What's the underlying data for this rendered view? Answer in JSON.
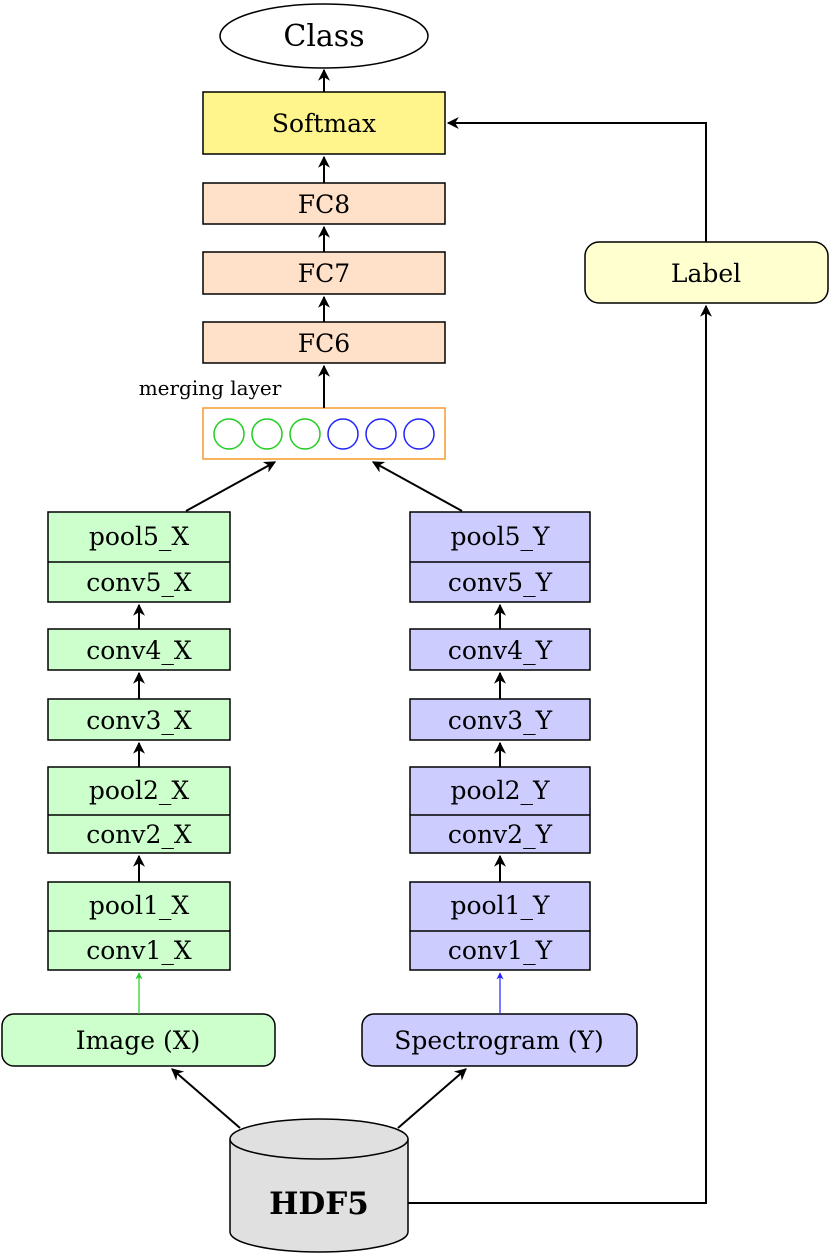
{
  "colors": {
    "green_fill": "#ccffcc",
    "blue_fill": "#ccccff",
    "orange_fill": "#ffe0c8",
    "yellow_fill": "#fff58c",
    "label_fill": "#ffffd0",
    "db_fill": "#e0e0e0",
    "merge_border": "#f59a2e",
    "green_node": "#22cc22",
    "blue_node": "#2222ff"
  },
  "top": {
    "class_label": "Class",
    "softmax_label": "Softmax",
    "fc8_label": "FC8",
    "fc7_label": "FC7",
    "fc6_label": "FC6",
    "label_box": "Label"
  },
  "merge": {
    "caption": "merging layer",
    "green_nodes": 3,
    "blue_nodes": 3
  },
  "branch_x": {
    "pool5": "pool5_X",
    "conv5": "conv5_X",
    "conv4": "conv4_X",
    "conv3": "conv3_X",
    "pool2": "pool2_X",
    "conv2": "conv2_X",
    "pool1": "pool1_X",
    "conv1": "conv1_X",
    "input": "Image (X)"
  },
  "branch_y": {
    "pool5": "pool5_Y",
    "conv5": "conv5_Y",
    "conv4": "conv4_Y",
    "conv3": "conv3_Y",
    "pool2": "pool2_Y",
    "conv2": "conv2_Y",
    "pool1": "pool1_Y",
    "conv1": "conv1_Y",
    "input": "Spectrogram (Y)"
  },
  "database": {
    "label": "HDF5"
  }
}
